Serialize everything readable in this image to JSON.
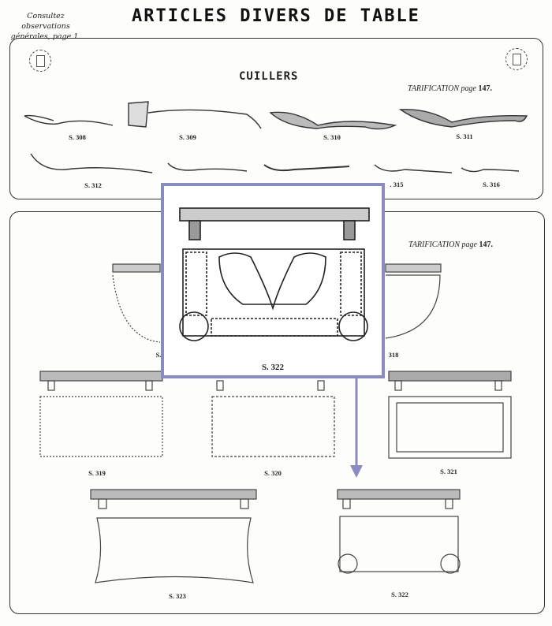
{
  "header": {
    "note_line1": "Consultez observations",
    "note_line2": "générales, page 1.",
    "title": "ARTICLES DIVERS DE TABLE"
  },
  "spoons_section": {
    "title": "CUILLERS",
    "tarification_label": "TARIFICATION page",
    "tarification_page": "147.",
    "items": [
      "S. 308",
      "S. 309",
      "S. 310",
      "S. 311",
      "S. 312",
      ". 315",
      "S. 316"
    ]
  },
  "dishes_section": {
    "tarification_label": "TARIFICATION page",
    "tarification_page": "147.",
    "items": [
      "S.",
      "318",
      "S. 319",
      "S. 320",
      "S. 321",
      "S. 323",
      "S. 322"
    ]
  },
  "zoom_overlay": {
    "label": "S. 322",
    "border_color": "#8a8ac4"
  }
}
